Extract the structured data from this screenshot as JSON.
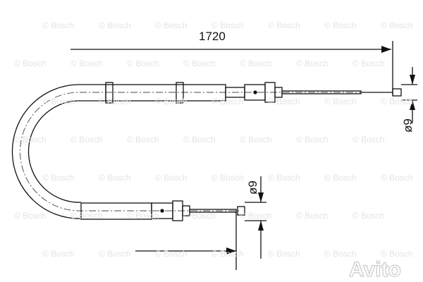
{
  "watermark": "© Bosch",
  "logo": "Avito",
  "dimensions": {
    "length": "1720",
    "diameter_top": "ø9",
    "diameter_bottom": "ø9"
  },
  "colors": {
    "line": "#111111",
    "watermark": "#e4e4e4"
  }
}
